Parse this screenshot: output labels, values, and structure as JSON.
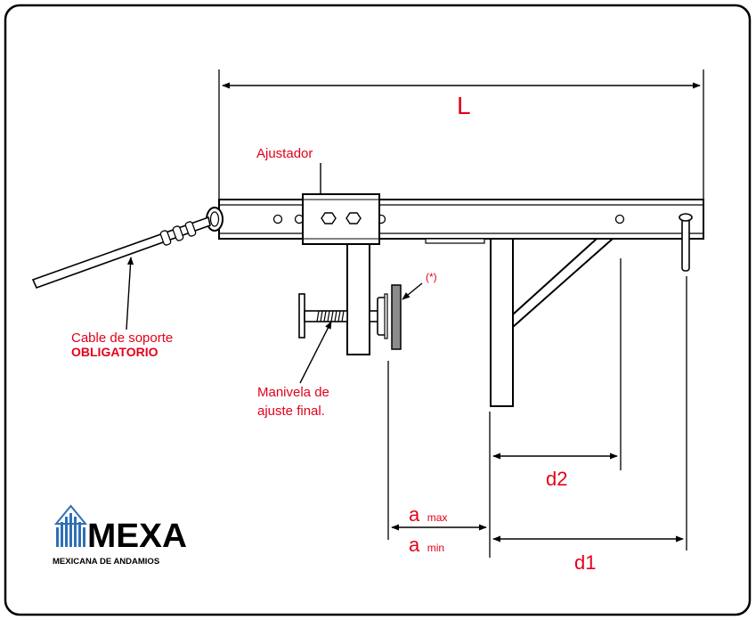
{
  "labels": {
    "dimension_L": "L",
    "adjuster": "Ajustador",
    "asterisk_note": "(*)",
    "cable_line1": "Cable de soporte",
    "cable_line2": "OBLIGATORIO",
    "crank_line1": "Manivela de",
    "crank_line2": "ajuste final.",
    "dimension_d2": "d2",
    "dimension_d1": "d1",
    "a_symbol_top": "a",
    "a_max_sub": "max",
    "a_symbol_bottom": "a",
    "a_min_sub": "min"
  },
  "logo": {
    "brand": "MEXA",
    "tagline": "MEXICANA DE ANDAMIOS"
  },
  "colors": {
    "label_red": "#e3001b",
    "logo_blue": "#2f6fb6",
    "line": "#000000",
    "clamp_plate": "#8c8c8c"
  }
}
